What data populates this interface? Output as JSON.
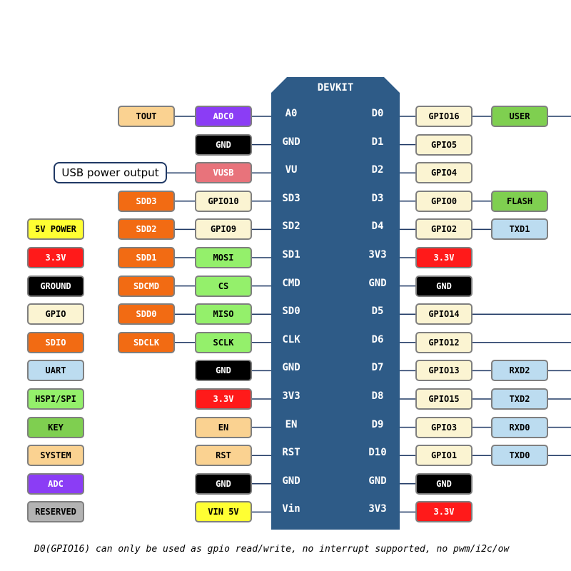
{
  "board": {
    "title": "DEVKIT"
  },
  "note": "D0(GPIO16) can only be used as gpio read/write, no interrupt supported, no pwm/i2c/ow",
  "colors": {
    "board": "#2e5b87",
    "line": "#1f3864",
    "SYSTEM": "#fad291",
    "ADC": "#8b3df5",
    "GROUND": "#000000",
    "USB": "#e8737b",
    "SDIO": "#f26b13",
    "GPIO": "#fbf4d2",
    "POWER5V": "#ffff33",
    "POWER33": "#ff1a1a",
    "SPI": "#94f06b",
    "KEY": "#7fcf50",
    "UART": "#bcdcf0",
    "RESERVED": "#b3b3b3"
  },
  "left_pins": [
    {
      "name": "A0",
      "funcs": [
        {
          "text": "TOUT",
          "type": "SYSTEM"
        },
        {
          "text": "ADC0",
          "type": "ADC"
        }
      ]
    },
    {
      "name": "GND",
      "funcs": [
        {
          "text": "GND",
          "type": "GROUND"
        }
      ]
    },
    {
      "name": "VU",
      "usb_note": "USB power output",
      "funcs": [
        {
          "text": "VUSB",
          "type": "USB"
        }
      ]
    },
    {
      "name": "SD3",
      "funcs": [
        {
          "text": "SDD3",
          "type": "SDIO"
        },
        {
          "text": "GPIO10",
          "type": "GPIO"
        }
      ]
    },
    {
      "name": "SD2",
      "funcs": [
        {
          "text": "SDD2",
          "type": "SDIO"
        },
        {
          "text": "GPIO9",
          "type": "GPIO"
        }
      ]
    },
    {
      "name": "SD1",
      "funcs": [
        {
          "text": "SDD1",
          "type": "SDIO"
        },
        {
          "text": "MOSI",
          "type": "SPI"
        }
      ]
    },
    {
      "name": "CMD",
      "funcs": [
        {
          "text": "SDCMD",
          "type": "SDIO"
        },
        {
          "text": "CS",
          "type": "SPI"
        }
      ]
    },
    {
      "name": "SD0",
      "funcs": [
        {
          "text": "SDD0",
          "type": "SDIO"
        },
        {
          "text": "MISO",
          "type": "SPI"
        }
      ]
    },
    {
      "name": "CLK",
      "funcs": [
        {
          "text": "SDCLK",
          "type": "SDIO"
        },
        {
          "text": "SCLK",
          "type": "SPI"
        }
      ]
    },
    {
      "name": "GND",
      "funcs": [
        {
          "text": "GND",
          "type": "GROUND"
        }
      ]
    },
    {
      "name": "3V3",
      "funcs": [
        {
          "text": "3.3V",
          "type": "POWER33"
        }
      ]
    },
    {
      "name": "EN",
      "funcs": [
        {
          "text": "EN",
          "type": "SYSTEM"
        }
      ]
    },
    {
      "name": "RST",
      "funcs": [
        {
          "text": "RST",
          "type": "SYSTEM"
        }
      ]
    },
    {
      "name": "GND",
      "funcs": [
        {
          "text": "GND",
          "type": "GROUND"
        }
      ]
    },
    {
      "name": "Vin",
      "funcs": [
        {
          "text": "VIN 5V",
          "type": "POWER5V"
        }
      ]
    }
  ],
  "right_pins": [
    {
      "name": "D0",
      "funcs": [
        {
          "text": "GPIO16",
          "type": "GPIO"
        },
        {
          "text": "USER",
          "type": "KEY"
        }
      ],
      "trailing_line": true
    },
    {
      "name": "D1",
      "funcs": [
        {
          "text": "GPIO5",
          "type": "GPIO"
        }
      ]
    },
    {
      "name": "D2",
      "funcs": [
        {
          "text": "GPIO4",
          "type": "GPIO"
        }
      ]
    },
    {
      "name": "D3",
      "funcs": [
        {
          "text": "GPIO0",
          "type": "GPIO"
        },
        {
          "text": "FLASH",
          "type": "KEY"
        }
      ]
    },
    {
      "name": "D4",
      "funcs": [
        {
          "text": "GPIO2",
          "type": "GPIO"
        },
        {
          "text": "TXD1",
          "type": "UART"
        }
      ]
    },
    {
      "name": "3V3",
      "funcs": [
        {
          "text": "3.3V",
          "type": "POWER33"
        }
      ]
    },
    {
      "name": "GND",
      "funcs": [
        {
          "text": "GND",
          "type": "GROUND"
        }
      ]
    },
    {
      "name": "D5",
      "funcs": [
        {
          "text": "GPIO14",
          "type": "GPIO"
        }
      ],
      "trailing_line": true
    },
    {
      "name": "D6",
      "funcs": [
        {
          "text": "GPIO12",
          "type": "GPIO"
        }
      ],
      "trailing_line": true
    },
    {
      "name": "D7",
      "funcs": [
        {
          "text": "GPIO13",
          "type": "GPIO"
        },
        {
          "text": "RXD2",
          "type": "UART"
        }
      ],
      "trailing_line": true
    },
    {
      "name": "D8",
      "funcs": [
        {
          "text": "GPIO15",
          "type": "GPIO"
        },
        {
          "text": "TXD2",
          "type": "UART"
        }
      ],
      "trailing_line": true
    },
    {
      "name": "D9",
      "funcs": [
        {
          "text": "GPIO3",
          "type": "GPIO"
        },
        {
          "text": "RXD0",
          "type": "UART"
        }
      ],
      "trailing_line": true
    },
    {
      "name": "D10",
      "funcs": [
        {
          "text": "GPIO1",
          "type": "GPIO"
        },
        {
          "text": "TXD0",
          "type": "UART"
        }
      ],
      "trailing_line": true
    },
    {
      "name": "GND",
      "funcs": [
        {
          "text": "GND",
          "type": "GROUND"
        }
      ]
    },
    {
      "name": "3V3",
      "funcs": [
        {
          "text": "3.3V",
          "type": "POWER33"
        }
      ]
    }
  ],
  "legend": [
    {
      "text": "5V POWER",
      "type": "POWER5V"
    },
    {
      "text": "3.3V",
      "type": "POWER33"
    },
    {
      "text": "GROUND",
      "type": "GROUND"
    },
    {
      "text": "GPIO",
      "type": "GPIO"
    },
    {
      "text": "SDIO",
      "type": "SDIO"
    },
    {
      "text": "UART",
      "type": "UART"
    },
    {
      "text": "HSPI/SPI",
      "type": "SPI"
    },
    {
      "text": "KEY",
      "type": "KEY"
    },
    {
      "text": "SYSTEM",
      "type": "SYSTEM"
    },
    {
      "text": "ADC",
      "type": "ADC"
    },
    {
      "text": "RESERVED",
      "type": "RESERVED"
    }
  ]
}
